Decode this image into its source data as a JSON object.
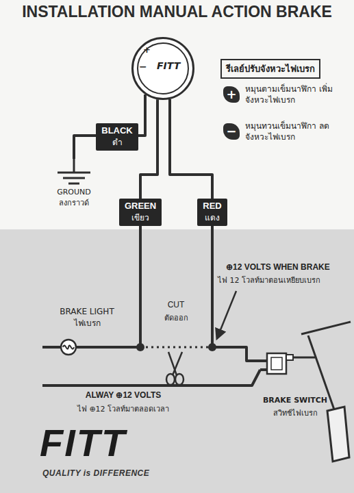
{
  "diagram": {
    "title": "INSTALLATION MANUAL ACTION BRAKE",
    "nodes": [
      {
        "text": [
          "+",
          "−",
          "FITT"
        ]
      },
      {
        "text": [
          "รีเลย์ปรับจังหวะไฟเบรก"
        ]
      },
      {
        "text": [
          "+",
          "หมุนตามเข็มนาฬิกา เพิ่มจังหวะไฟเบรก"
        ],
        "in": 1
      },
      {
        "text": [
          "−",
          "หมุนทวนเข็มนาฬิกา ลดจังหวะไฟเบรก"
        ],
        "in": 1
      },
      {
        "text": [
          "BLACK",
          "ดำ"
        ]
      },
      {
        "text": [
          "GROUND",
          "ลงกราวด์"
        ]
      },
      {
        "text": [
          "GREEN",
          "เขียว"
        ]
      },
      {
        "text": [
          "RED",
          "แดง"
        ]
      },
      {
        "text": [
          "BRAKE LIGHT",
          "ไฟเบรก"
        ]
      },
      {
        "text": [
          "BRAKE SWITCH",
          "สวิทช์ไฟเบรก"
        ]
      }
    ],
    "edges": [
      {
        "from": 0,
        "to": 4,
        "arrow": "none"
      },
      {
        "from": 4,
        "to": 5,
        "arrow": "none"
      },
      {
        "from": 0,
        "to": 6,
        "arrow": "none"
      },
      {
        "from": 0,
        "to": 7,
        "arrow": "none"
      },
      {
        "from": 6,
        "to": 8,
        "arrow": "none"
      },
      {
        "from": 7,
        "to": 9,
        "arrow": "none"
      }
    ],
    "labels": [
      "⊕12 VOLTS WHEN BRAKE",
      "ไฟ 12 โวลท์มาตอนเหยียบเบรก",
      "CUT",
      "ตัดออก",
      "ALWAY ⊕12 VOLTS",
      "ไฟ ⊕12 โวลท์มาตลอดเวลา",
      "FITT",
      "QUALITY is DIFFERENCE"
    ]
  }
}
